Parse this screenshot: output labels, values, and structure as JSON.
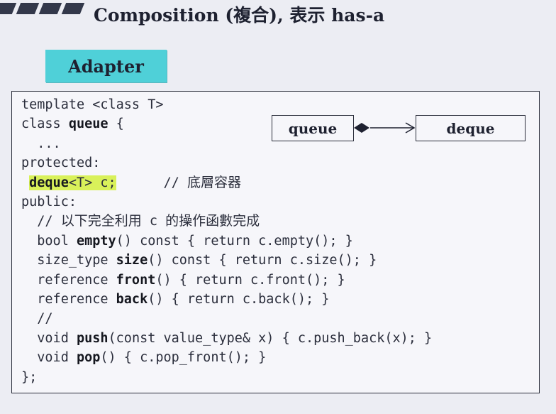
{
  "header": {
    "title": "Composition (複合), 表示 has-a",
    "subtitle": "Adapter"
  },
  "diagram": {
    "left_box": "queue",
    "right_box": "deque"
  },
  "code": {
    "lines": [
      [
        {
          "t": "template <class T>"
        }
      ],
      [
        {
          "t": "class "
        },
        {
          "t": "queue",
          "b": true
        },
        {
          "t": " {"
        }
      ],
      [
        {
          "t": "  ..."
        }
      ],
      [
        {
          "t": "protected:"
        }
      ],
      [
        {
          "t": " "
        },
        {
          "t": "deque",
          "b": true,
          "h": true
        },
        {
          "t": "<T>",
          "h": true
        },
        {
          "t": " c;",
          "h": true
        },
        {
          "t": "      // "
        },
        {
          "t": "底層容器",
          "cn": true
        }
      ],
      [
        {
          "t": "public:"
        }
      ],
      [
        {
          "t": "  // "
        },
        {
          "t": "以下完全利用",
          "cn": true
        },
        {
          "t": " c "
        },
        {
          "t": "的操作函數完成",
          "cn": true
        }
      ],
      [
        {
          "t": "  bool "
        },
        {
          "t": "empty",
          "b": true
        },
        {
          "t": "() const { return c.empty(); }"
        }
      ],
      [
        {
          "t": "  size_type "
        },
        {
          "t": "size",
          "b": true
        },
        {
          "t": "() const { return c.size(); }"
        }
      ],
      [
        {
          "t": "  reference "
        },
        {
          "t": "front",
          "b": true
        },
        {
          "t": "() { return c.front(); }"
        }
      ],
      [
        {
          "t": "  reference "
        },
        {
          "t": "back",
          "b": true
        },
        {
          "t": "() { return c.back(); }"
        }
      ],
      [
        {
          "t": "  //"
        }
      ],
      [
        {
          "t": "  void "
        },
        {
          "t": "push",
          "b": true
        },
        {
          "t": "(const value_type& x) { c.push_back(x); }"
        }
      ],
      [
        {
          "t": "  void "
        },
        {
          "t": "pop",
          "b": true
        },
        {
          "t": "() { c.pop_front(); }"
        }
      ],
      [
        {
          "t": "};"
        }
      ]
    ]
  }
}
